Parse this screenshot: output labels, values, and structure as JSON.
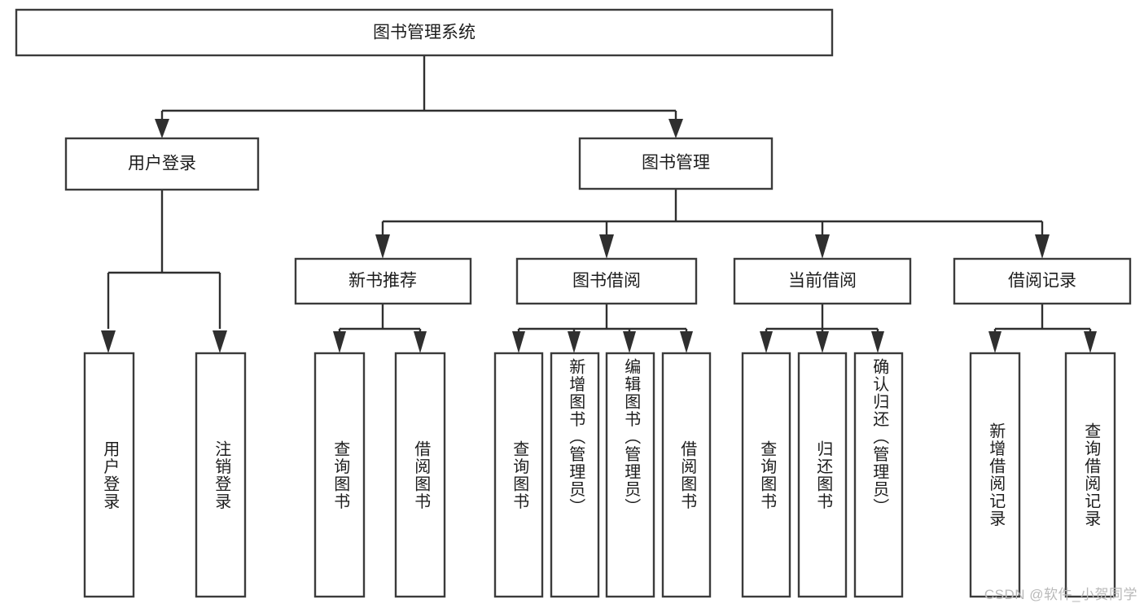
{
  "diagram": {
    "type": "tree-hierarchy-chart",
    "title": "图书管理系统",
    "watermark": "CSDN @软件_小贺同学",
    "colors": {
      "background": "#ffffff",
      "box_stroke": "#3b3b3b",
      "connector": "#2f2f2f",
      "text": "#1d1d1d",
      "watermark": "#b9b9b9"
    },
    "levels": {
      "root": {
        "label": "图书管理系统",
        "orientation": "horizontal"
      },
      "level1": [
        {
          "id": "user-login",
          "label": "用户登录",
          "orientation": "horizontal"
        },
        {
          "id": "book-management",
          "label": "图书管理",
          "orientation": "horizontal"
        }
      ],
      "level2": [
        {
          "id": "new-book-recommend",
          "label": "新书推荐",
          "orientation": "horizontal",
          "parent": "book-management"
        },
        {
          "id": "book-borrow",
          "label": "图书借阅",
          "orientation": "horizontal",
          "parent": "book-management"
        },
        {
          "id": "current-borrow",
          "label": "当前借阅",
          "orientation": "horizontal",
          "parent": "book-management"
        },
        {
          "id": "borrow-record",
          "label": "借阅记录",
          "orientation": "horizontal",
          "parent": "book-management"
        }
      ],
      "leaves": [
        {
          "id": "leaf-user-login",
          "label": "用户登录",
          "orientation": "vertical",
          "parent": "user-login"
        },
        {
          "id": "leaf-user-logout",
          "label": "注销登录",
          "orientation": "vertical",
          "parent": "user-login"
        },
        {
          "id": "leaf-query-book-1",
          "label": "查询图书",
          "orientation": "vertical",
          "parent": "new-book-recommend"
        },
        {
          "id": "leaf-borrow-book-1",
          "label": "借阅图书",
          "orientation": "vertical",
          "parent": "new-book-recommend"
        },
        {
          "id": "leaf-query-book-2",
          "label": "查询图书",
          "orientation": "vertical",
          "parent": "book-borrow"
        },
        {
          "id": "leaf-add-book",
          "label": "新增图书（管理员）",
          "orientation": "vertical",
          "parent": "book-borrow"
        },
        {
          "id": "leaf-edit-book",
          "label": "编辑图书（管理员）",
          "orientation": "vertical",
          "parent": "book-borrow"
        },
        {
          "id": "leaf-borrow-book-2",
          "label": "借阅图书",
          "orientation": "vertical",
          "parent": "book-borrow"
        },
        {
          "id": "leaf-query-book-3",
          "label": "查询图书",
          "orientation": "vertical",
          "parent": "current-borrow"
        },
        {
          "id": "leaf-return-book",
          "label": "归还图书",
          "orientation": "vertical",
          "parent": "current-borrow"
        },
        {
          "id": "leaf-confirm-return",
          "label": "确认归还（管理员）",
          "orientation": "vertical",
          "parent": "current-borrow"
        },
        {
          "id": "leaf-add-record",
          "label": "新增借阅记录",
          "orientation": "vertical",
          "parent": "borrow-record"
        },
        {
          "id": "leaf-query-record",
          "label": "查询借阅记录",
          "orientation": "vertical",
          "parent": "borrow-record"
        }
      ]
    }
  }
}
